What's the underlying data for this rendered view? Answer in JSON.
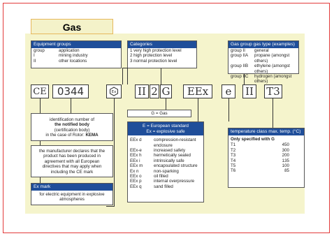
{
  "title": "Gas",
  "equipment_groups": {
    "header": "Equipment groups",
    "rows": [
      [
        "group",
        "application"
      ],
      [
        "I",
        "mining industry"
      ],
      [
        "II",
        "other locations"
      ]
    ]
  },
  "categories": {
    "header": "Categories",
    "rows": [
      "1 very high protection level",
      "2 high protection level",
      "3 normal protection level"
    ]
  },
  "gas_group": {
    "header": "Gas group gas type (examples)",
    "rows": [
      [
        "group II",
        "general"
      ],
      [
        "group IIA",
        "propane (amongst others)"
      ],
      [
        "group IIB",
        "ethylene (amongst others)"
      ],
      [
        "group IIC",
        "hydrogen (amongst others)"
      ]
    ]
  },
  "marking": {
    "ce": "CE",
    "number": "0344",
    "ex": "Ex",
    "group": "II",
    "category": "2",
    "gas": "G",
    "eex": "EEx",
    "protection": "e",
    "gas_group": "II",
    "temp": "T3"
  },
  "notified_body": {
    "line1": "identification number of",
    "line2": "the notified body",
    "line3": "(certification body)",
    "line4": "in the case of Rotor:",
    "line4b": "KEMA"
  },
  "ce_declaration": "the manufacturer declares that the product has been produced in agreement with all European directives that may apply when including the CE mark",
  "ex_mark": {
    "header": "Ex mark",
    "text": "for electric equipment in explosive atmospheres"
  },
  "g_gas": "G = Gas",
  "eex_box": {
    "line1": "E = European standard",
    "line2": "Ex = explosive safe",
    "rows": [
      [
        "EEx d",
        "compression-resistant"
      ],
      [
        "",
        "enclosure"
      ],
      [
        "EEx-e",
        "increased safety"
      ],
      [
        "EEx h",
        "hermetically sealed"
      ],
      [
        "EEx i",
        "intrinsically safe"
      ],
      [
        "EEx m",
        "encapsulated structure"
      ],
      [
        "Ex n",
        "non-sparking"
      ],
      [
        "EEx o",
        "oil filled"
      ],
      [
        "EEx p",
        "internal overpressure"
      ],
      [
        "EEx q",
        "sand filled"
      ]
    ]
  },
  "temp_class": {
    "header": "temperature class max. temp. (°C)",
    "subheader": "Only specified with G",
    "rows": [
      [
        "T1",
        "450"
      ],
      [
        "T2",
        "300"
      ],
      [
        "T3",
        "200"
      ],
      [
        "T4",
        "135"
      ],
      [
        "T5",
        "100"
      ],
      [
        "T6",
        "85"
      ]
    ]
  }
}
